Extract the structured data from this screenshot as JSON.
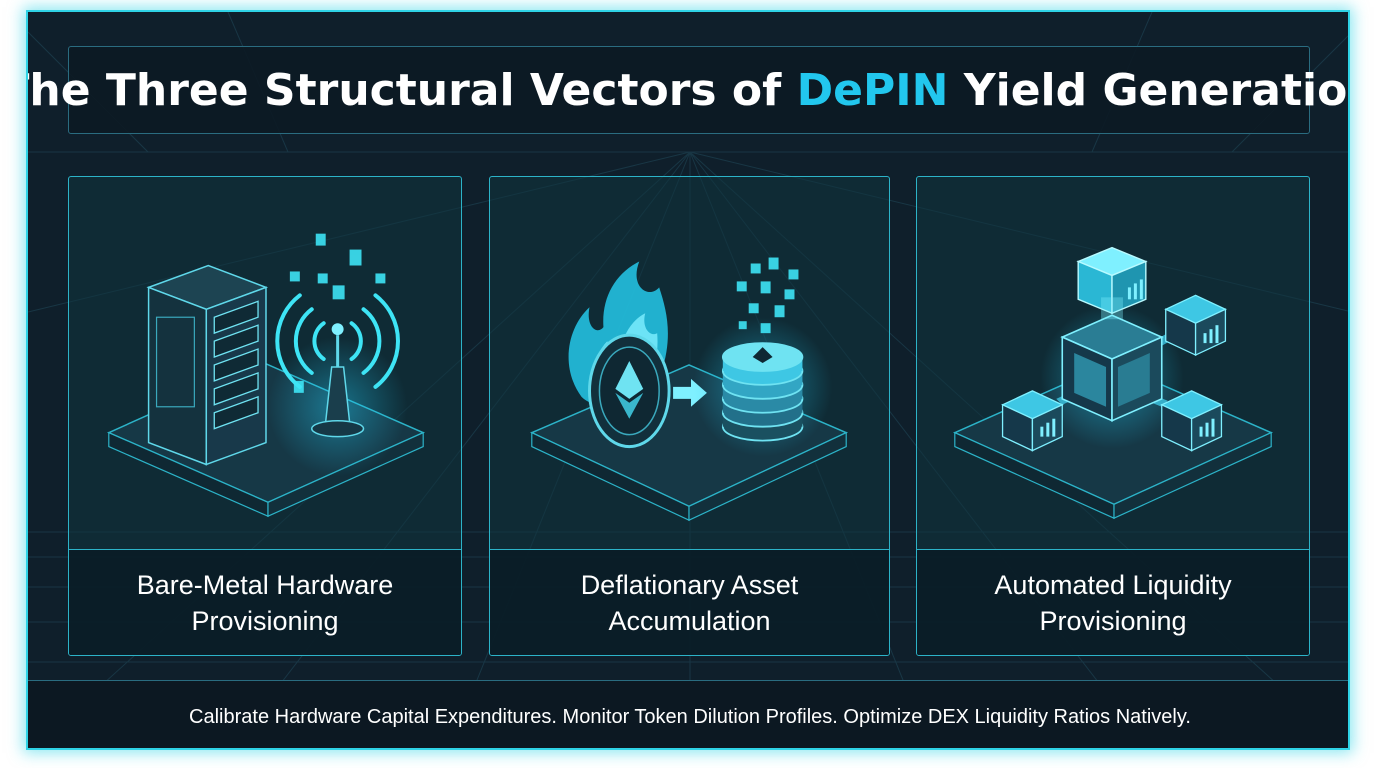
{
  "title": {
    "prefix": "The Three Structural Vectors of ",
    "highlight": "DePIN",
    "suffix": " Yield Generation"
  },
  "cards": [
    {
      "label_line1": "Bare-Metal Hardware",
      "label_line2": "Provisioning",
      "illustration": "server-rack-and-antenna-icon"
    },
    {
      "label_line1": "Deflationary Asset",
      "label_line2": "Accumulation",
      "illustration": "burning-coin-to-stack-icon"
    },
    {
      "label_line1": "Automated Liquidity",
      "label_line2": "Provisioning",
      "illustration": "connected-cubes-network-icon"
    }
  ],
  "footer": "Calibrate Hardware Capital Expenditures. Monitor Token Dilution Profiles. Optimize DEX Liquidity Ratios Natively.",
  "colors": {
    "background": "#0f1f2b",
    "accent": "#22c7ee",
    "border": "#2cb3c8",
    "glow": "#2fd3e6",
    "text": "#ffffff"
  }
}
